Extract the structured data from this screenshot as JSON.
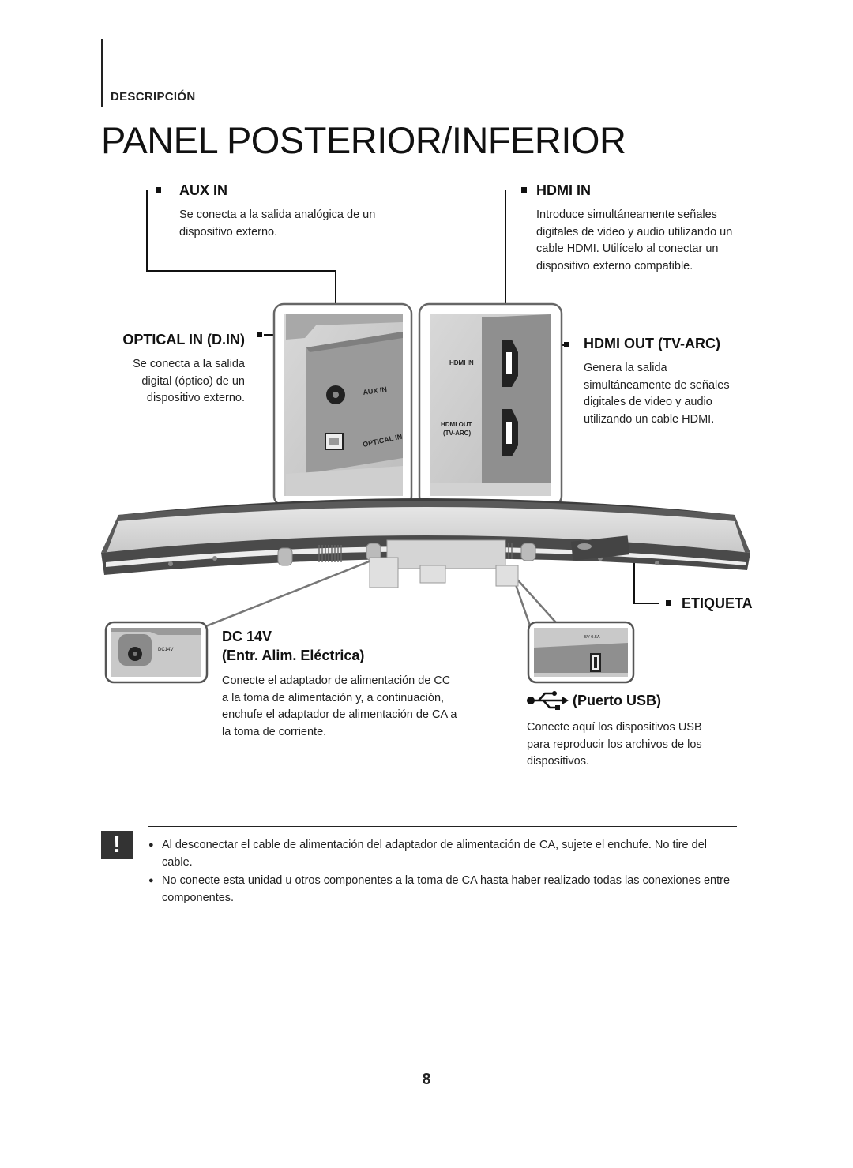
{
  "header": {
    "section": "DESCRIPCIÓN",
    "title": "PANEL POSTERIOR/INFERIOR"
  },
  "callouts": {
    "aux_in": {
      "title": "AUX IN",
      "desc": "Se conecta a la salida analógica de un dispositivo externo."
    },
    "hdmi_in": {
      "title": "HDMI IN",
      "desc": "Introduce simultáneamente señales digitales de video y audio utilizando un cable HDMI. Utilícelo al conectar un dispositivo externo compatible."
    },
    "optical_in": {
      "title": "OPTICAL IN (D.IN)",
      "desc": "Se conecta a la salida digital (óptico) de un dispositivo externo."
    },
    "hdmi_out": {
      "title": "HDMI OUT (TV-ARC)",
      "desc": "Genera la salida simultáneamente de señales digitales de video y audio utilizando un cable HDMI."
    },
    "etiqueta": {
      "title": "ETIQUETA"
    },
    "dc": {
      "title_line1": "DC 14V",
      "title_line2": "(Entr. Alim. Eléctrica)",
      "desc": "Conecte el adaptador de alimentación de CC a la toma de alimentación y, a continuación, enchufe el adaptador de alimentación de CA a la toma de corriente."
    },
    "usb": {
      "title": "(Puerto USB)",
      "desc": "Conecte aquí los dispositivos USB para reproducir los archivos de los dispositivos."
    }
  },
  "diagram_labels": {
    "aux_in": "AUX IN",
    "optical_in": "OPTICAL IN",
    "hdmi_in": "HDMI IN",
    "hdmi_out_1": "HDMI OUT",
    "hdmi_out_2": "(TV-ARC)",
    "dc14v": "DC14V",
    "usb_rating": "5V 0.5A"
  },
  "note": {
    "icon": "!",
    "items": [
      "Al desconectar el cable de alimentación del adaptador de alimentación de CA, sujete el enchufe. No tire del cable.",
      "No conecte esta unidad u otros componentes a la toma de CA hasta haber realizado todas las conexiones entre componentes."
    ]
  },
  "page_number": "8",
  "colors": {
    "text": "#222222",
    "panel_gray": "#c9c9c9",
    "panel_dark": "#8c8c8c"
  }
}
